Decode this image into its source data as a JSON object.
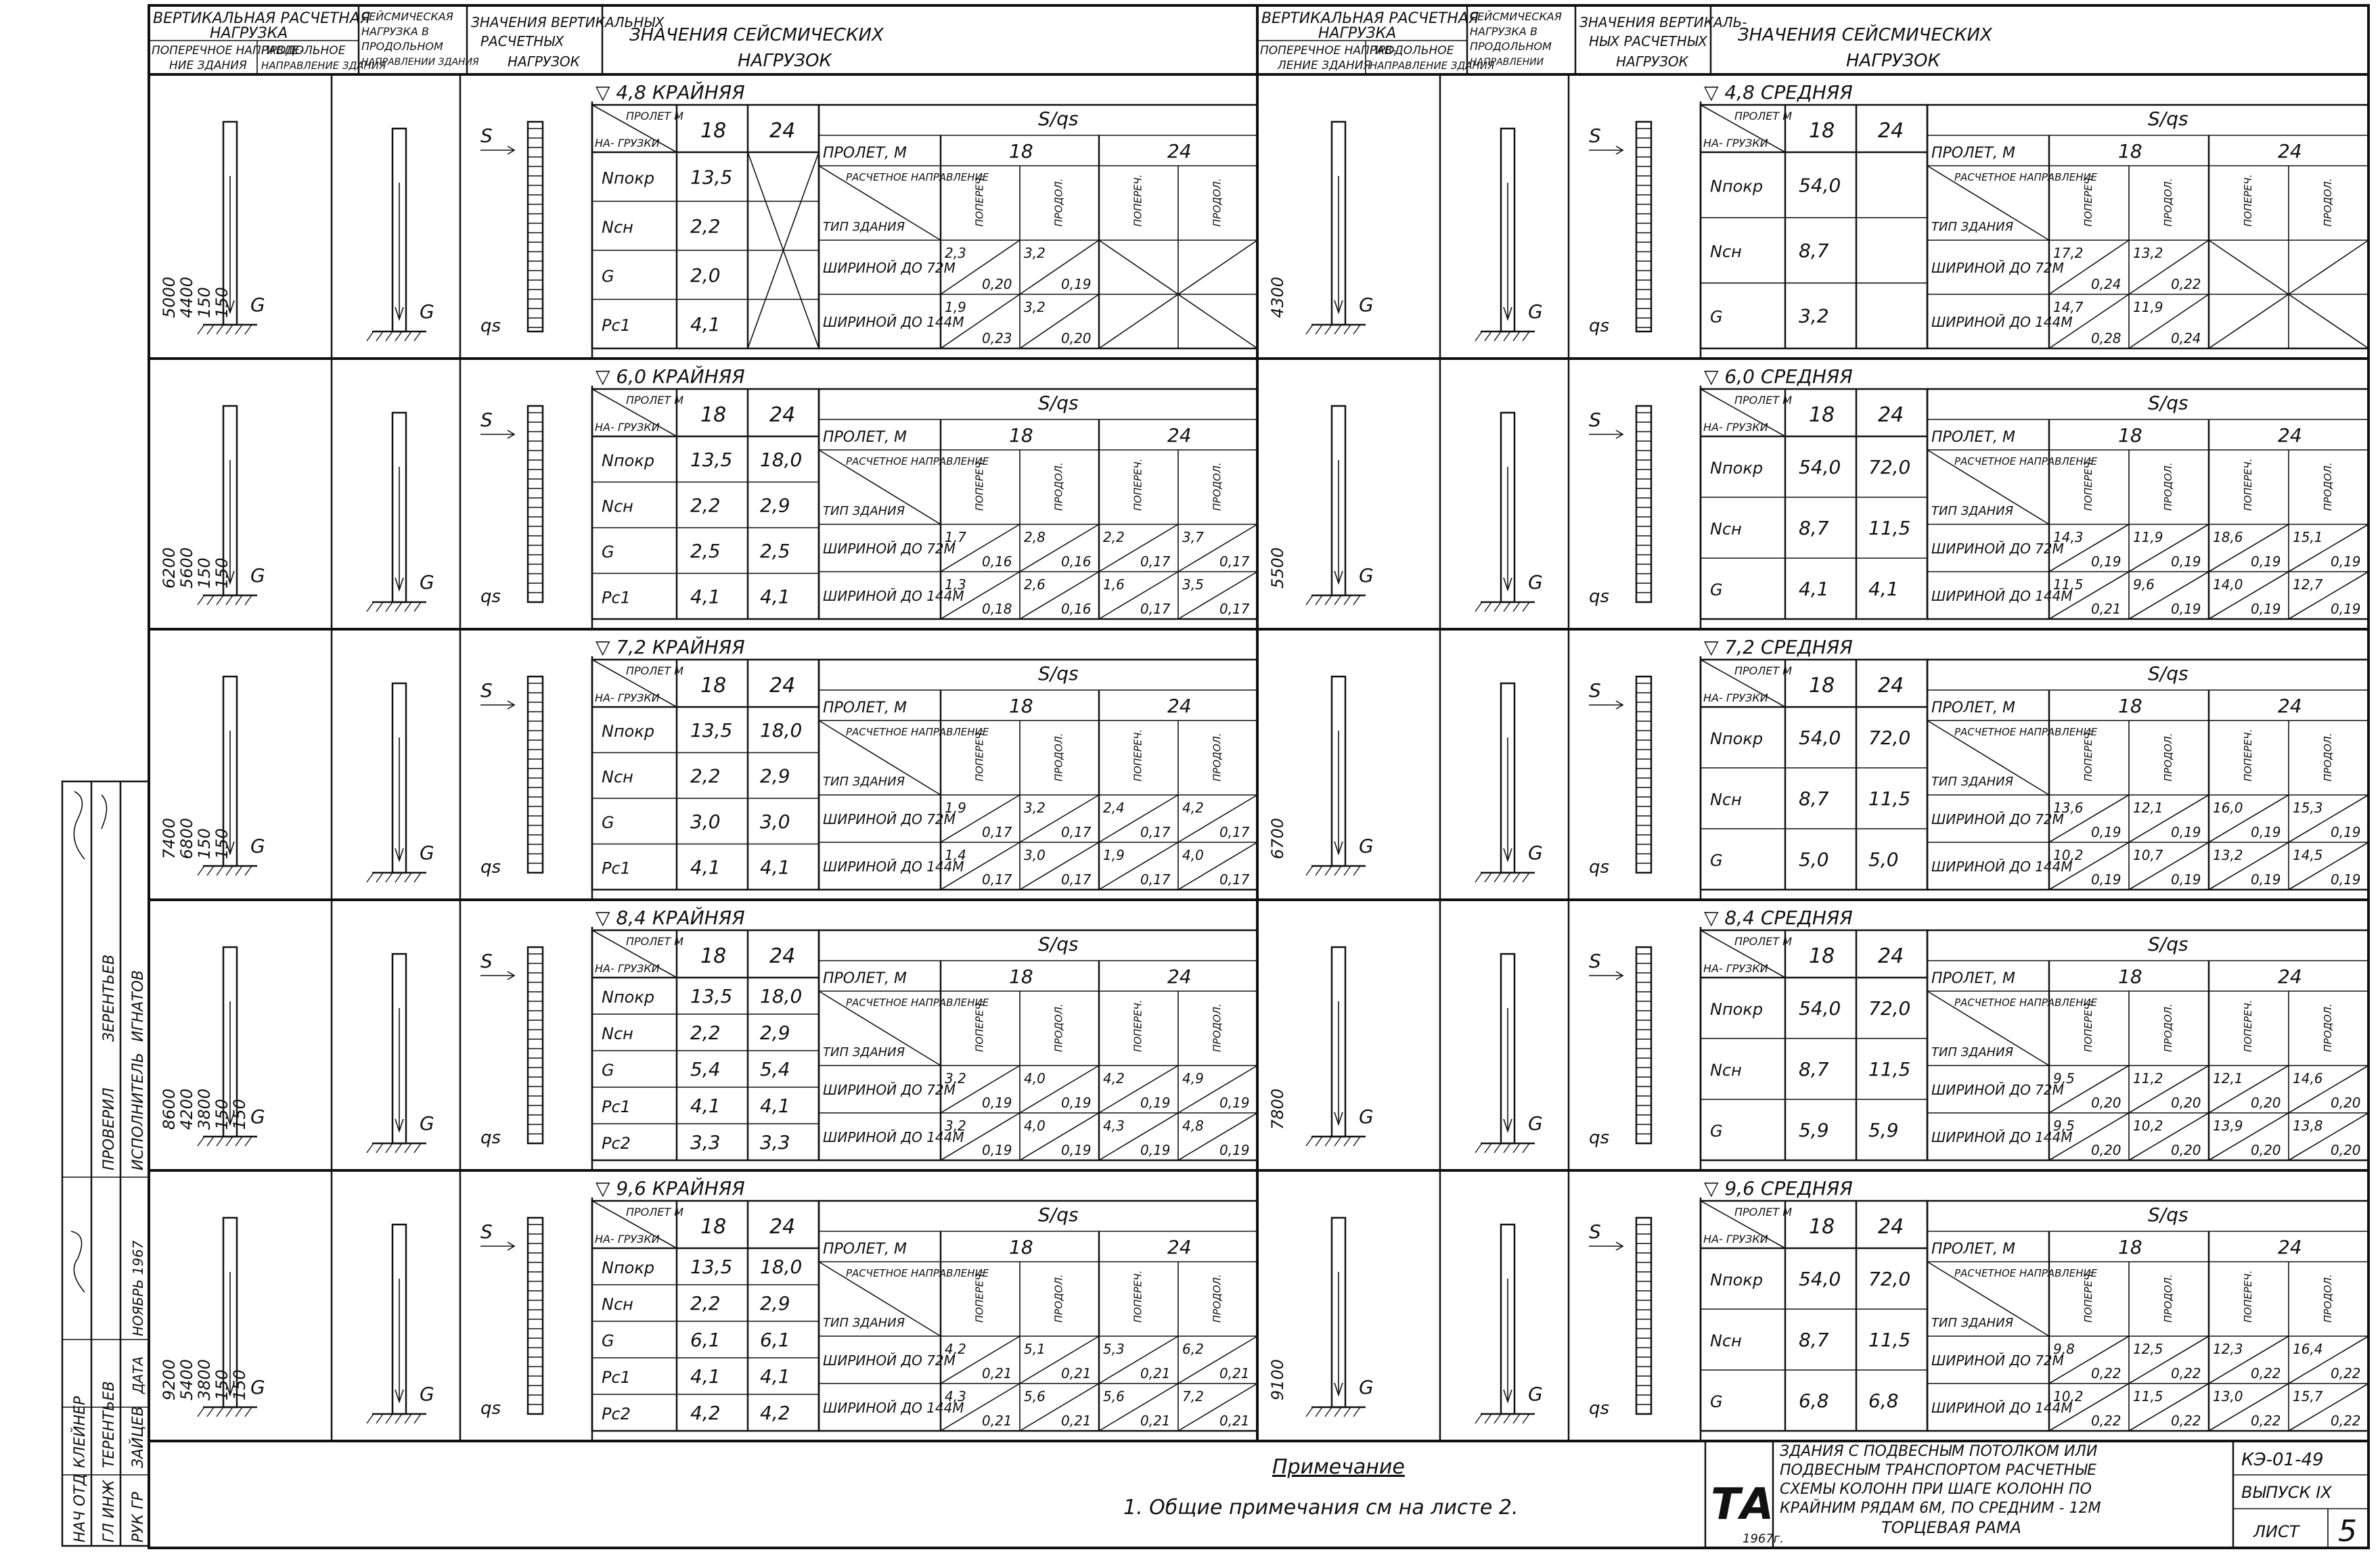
{
  "header": {
    "left": {
      "col1_line1": "ВЕРТИКАЛЬНАЯ РАСЧЕТНАЯ",
      "col1_line2": "НАГРУЗКА",
      "col1a_line1": "ПОПЕРЕЧНОЕ НАПРАВЛЕ-",
      "col1a_line2": "НИЕ ЗДАНИЯ",
      "col1b_line1": "ПРОДОЛЬНОЕ",
      "col1b_line2": "НАПРАВЛЕНИЕ ЗДАНИЯ",
      "col2_line1": "СЕЙСМИЧЕСКАЯ",
      "col2_line2": "НАГРУЗКА В",
      "col2_line3": "ПРОДОЛЬНОМ",
      "col2_line4": "НАПРАВЛЕНИИ ЗДАНИЯ",
      "col3_line1": "ЗНАЧЕНИЯ ВЕРТИКАЛЬНЫХ",
      "col3_line2": "РАСЧЕТНЫХ",
      "col3_line3": "НАГРУЗОК",
      "col4_line1": "ЗНАЧЕНИЯ СЕЙСМИЧЕСКИХ",
      "col4_line2": "НАГРУЗОК"
    },
    "right": {
      "col1_line1": "ВЕРТИКАЛЬНАЯ РАСЧЕТНАЯ",
      "col1_line2": "НАГРУЗКА",
      "col1a_line1": "ПОПЕРЕЧНОЕ НАПРАВ-",
      "col1a_line2": "ЛЕНИЕ ЗДАНИЯ",
      "col1b_line1": "ПРОДОЛЬНОЕ",
      "col1b_line2": "НАПРАВЛЕНИЕ ЗДАНИЯ",
      "col2_line1": "СЕЙСМИЧЕСКАЯ",
      "col2_line2": "НАГРУЗКА В",
      "col2_line3": "ПРОДОЛЬНОМ",
      "col2_line4": "НАПРАВЛЕНИИ",
      "col3_line1": "ЗНАЧЕНИЯ ВЕРТИКАЛЬ-",
      "col3_line2": "НЫХ РАСЧЕТНЫХ",
      "col3_line3": "НАГРУЗОК",
      "col4_line1": "ЗНАЧЕНИЯ СЕЙСМИЧЕСКИХ",
      "col4_line2": "НАГРУЗОК"
    }
  },
  "labels": {
    "span": "ПРОЛЕТ, М",
    "load": "НАГРУЗКИ",
    "s_over_qs": "S/qs",
    "type_dir": "ТИП ЗДАНИЯ",
    "calc_dir": "РАСЧЕТНОЕ НАПРАВЛЕНИЕ",
    "transverse": "ПОПЕРЕЧ.",
    "longitudinal": "ПРОДОЛ.",
    "width72": "ШИРИНОЙ ДО 72М",
    "width144": "ШИРИНОЙ ДО 144М",
    "span18": "18",
    "span24": "24",
    "G": "G",
    "S": "S",
    "qs": "qs",
    "N_pokr": "NПОКР",
    "N_sn": "NСН"
  },
  "rows": [
    {
      "left": {
        "title": "▽ 4,8 КРАЙНЯЯ",
        "dims": [
          "5000",
          "4400",
          "150",
          "150"
        ],
        "loads": [
          "Nпокр",
          "Nсн",
          "G",
          "Pc1"
        ],
        "v18": [
          "13,5",
          "2,2",
          "2,0",
          "4,1"
        ],
        "v24": [
          "",
          "",
          "",
          ""
        ],
        "v24_crossed": true,
        "seis": [
          [
            "2,3",
            "0,20",
            "3,2",
            "0,19"
          ],
          [
            "1,9",
            "0,23",
            "3,2",
            "0,20"
          ]
        ],
        "seis24_crossed": true
      },
      "right": {
        "title": "▽ 4,8 СРЕДНЯЯ",
        "dims": [
          "4300"
        ],
        "loads": [
          "Nпокр",
          "Nсн",
          "G"
        ],
        "v18": [
          "54,0",
          "8,7",
          "3,2"
        ],
        "v24": [
          "",
          "",
          ""
        ],
        "seis": [
          [
            "17,2",
            "0,24",
            "13,2",
            "0,22"
          ],
          [
            "14,7",
            "0,28",
            "11,9",
            "0,24"
          ]
        ],
        "seis24_crossed": true
      }
    },
    {
      "left": {
        "title": "▽ 6,0 КРАЙНЯЯ",
        "dims": [
          "6200",
          "5600",
          "150",
          "150"
        ],
        "loads": [
          "Nпокр",
          "Nсн",
          "G",
          "Pc1"
        ],
        "v18": [
          "13,5",
          "2,2",
          "2,5",
          "4,1"
        ],
        "v24": [
          "18,0",
          "2,9",
          "2,5",
          "4,1"
        ],
        "seis": [
          [
            "1,7",
            "0,16",
            "2,8",
            "0,16",
            "2,2",
            "0,17",
            "3,7",
            "0,17"
          ],
          [
            "1,3",
            "0,18",
            "2,6",
            "0,16",
            "1,6",
            "0,17",
            "3,5",
            "0,17"
          ]
        ]
      },
      "right": {
        "title": "▽ 6,0 СРЕДНЯЯ",
        "dims": [
          "5500"
        ],
        "loads": [
          "Nпокр",
          "Nсн",
          "G"
        ],
        "v18": [
          "54,0",
          "8,7",
          "4,1"
        ],
        "v24": [
          "72,0",
          "11,5",
          "4,1"
        ],
        "seis": [
          [
            "14,3",
            "0,19",
            "11,9",
            "0,19",
            "18,6",
            "0,19",
            "15,1",
            "0,19"
          ],
          [
            "11,5",
            "0,21",
            "9,6",
            "0,19",
            "14,0",
            "0,19",
            "12,7",
            "0,19"
          ]
        ]
      }
    },
    {
      "left": {
        "title": "▽ 7,2 КРАЙНЯЯ",
        "dims": [
          "7400",
          "6800",
          "150",
          "150"
        ],
        "loads": [
          "Nпокр",
          "Nсн",
          "G",
          "Pc1"
        ],
        "v18": [
          "13,5",
          "2,2",
          "3,0",
          "4,1"
        ],
        "v24": [
          "18,0",
          "2,9",
          "3,0",
          "4,1"
        ],
        "seis": [
          [
            "1,9",
            "0,17",
            "3,2",
            "0,17",
            "2,4",
            "0,17",
            "4,2",
            "0,17"
          ],
          [
            "1,4",
            "0,17",
            "3,0",
            "0,17",
            "1,9",
            "0,17",
            "4,0",
            "0,17"
          ]
        ]
      },
      "right": {
        "title": "▽ 7,2 СРЕДНЯЯ",
        "dims": [
          "6700"
        ],
        "loads": [
          "Nпокр",
          "Nсн",
          "G"
        ],
        "v18": [
          "54,0",
          "8,7",
          "5,0"
        ],
        "v24": [
          "72,0",
          "11,5",
          "5,0"
        ],
        "seis": [
          [
            "13,6",
            "0,19",
            "12,1",
            "0,19",
            "16,0",
            "0,19",
            "15,3",
            "0,19"
          ],
          [
            "10,2",
            "0,19",
            "10,7",
            "0,19",
            "13,2",
            "0,19",
            "14,5",
            "0,19"
          ]
        ]
      }
    },
    {
      "left": {
        "title": "▽ 8,4 КРАЙНЯЯ",
        "dims": [
          "8600",
          "4200",
          "3800",
          "150",
          "150"
        ],
        "loads": [
          "Nпокр",
          "Nсн",
          "G",
          "Pc1",
          "Pc2"
        ],
        "v18": [
          "13,5",
          "2,2",
          "5,4",
          "4,1",
          "3,3"
        ],
        "v24": [
          "18,0",
          "2,9",
          "5,4",
          "4,1",
          "3,3"
        ],
        "seis": [
          [
            "3,2",
            "0,19",
            "4,0",
            "0,19",
            "4,2",
            "0,19",
            "4,9",
            "0,19"
          ],
          [
            "3,2",
            "0,19",
            "4,0",
            "0,19",
            "4,3",
            "0,19",
            "4,8",
            "0,19"
          ]
        ]
      },
      "right": {
        "title": "▽ 8,4 СРЕДНЯЯ",
        "dims": [
          "7800"
        ],
        "loads": [
          "Nпокр",
          "Nсн",
          "G"
        ],
        "v18": [
          "54,0",
          "8,7",
          "5,9"
        ],
        "v24": [
          "72,0",
          "11,5",
          "5,9"
        ],
        "seis": [
          [
            "9,5",
            "0,20",
            "11,2",
            "0,20",
            "12,1",
            "0,20",
            "14,6",
            "0,20"
          ],
          [
            "9,5",
            "0,20",
            "10,2",
            "0,20",
            "13,9",
            "0,20",
            "13,8",
            "0,20"
          ]
        ]
      }
    },
    {
      "left": {
        "title": "▽ 9,6 КРАЙНЯЯ",
        "dims": [
          "9200",
          "5400",
          "3800",
          "150",
          "150"
        ],
        "loads": [
          "Nпокр",
          "Nсн",
          "G",
          "Pc1",
          "Pc2"
        ],
        "v18": [
          "13,5",
          "2,2",
          "6,1",
          "4,1",
          "4,2"
        ],
        "v24": [
          "18,0",
          "2,9",
          "6,1",
          "4,1",
          "4,2"
        ],
        "seis": [
          [
            "4,2",
            "0,21",
            "5,1",
            "0,21",
            "5,3",
            "0,21",
            "6,2",
            "0,21"
          ],
          [
            "4,3",
            "0,21",
            "5,6",
            "0,21",
            "5,6",
            "0,21",
            "7,2",
            "0,21"
          ]
        ]
      },
      "right": {
        "title": "▽ 9,6 СРЕДНЯЯ",
        "dims": [
          "9100"
        ],
        "loads": [
          "Nпокр",
          "Nсн",
          "G"
        ],
        "v18": [
          "54,0",
          "8,7",
          "6,8"
        ],
        "v24": [
          "72,0",
          "11,5",
          "6,8"
        ],
        "seis": [
          [
            "9,8",
            "0,22",
            "12,5",
            "0,22",
            "12,3",
            "0,22",
            "16,4",
            "0,22"
          ],
          [
            "10,2",
            "0,22",
            "11,5",
            "0,22",
            "13,0",
            "0,22",
            "15,7",
            "0,22"
          ]
        ]
      }
    }
  ],
  "notes": {
    "heading": "Примечание",
    "line1": "1. Общие примечания см на листе 2."
  },
  "title_block": {
    "line1": "ЗДАНИЯ С ПОДВЕСНЫМ ПОТОЛКОМ ИЛИ",
    "line2": "ПОДВЕСНЫМ ТРАНСПОРТОМ РАСЧЕТНЫЕ",
    "line3": "СХЕМЫ КОЛОНН ПРИ ШАГЕ КОЛОНН ПО",
    "line4": "КРАЙНИМ РЯДАМ 6М, ПО СРЕДНИМ - 12М",
    "line5": "ТОРЦЕВАЯ РАМА",
    "code": "КЭ-01-49",
    "issue": "ВЫПУСК IX",
    "sheet_label": "ЛИСТ",
    "sheet_no": "5",
    "logo": "ТА",
    "year": "1967г."
  },
  "side_stamp": {
    "r1": "НАЧ ОТД",
    "r1n": "КЛЕЙНЕР",
    "r2": "ГЛ ИНЖ",
    "r2n": "ТЕРЕНТЬЕВ",
    "r3": "РУК ГР",
    "r3n": "ЗАЙЦЕВ",
    "r4": "ДАТА",
    "r4n": "НОЯБРЬ 1967",
    "r5": "ПРОВЕРИЛ",
    "r5n": "ЗЕРЕНТЬЕВ",
    "r6": "ИСПОЛНИТЕЛЬ",
    "r6n": "ИГНАТОВ"
  }
}
